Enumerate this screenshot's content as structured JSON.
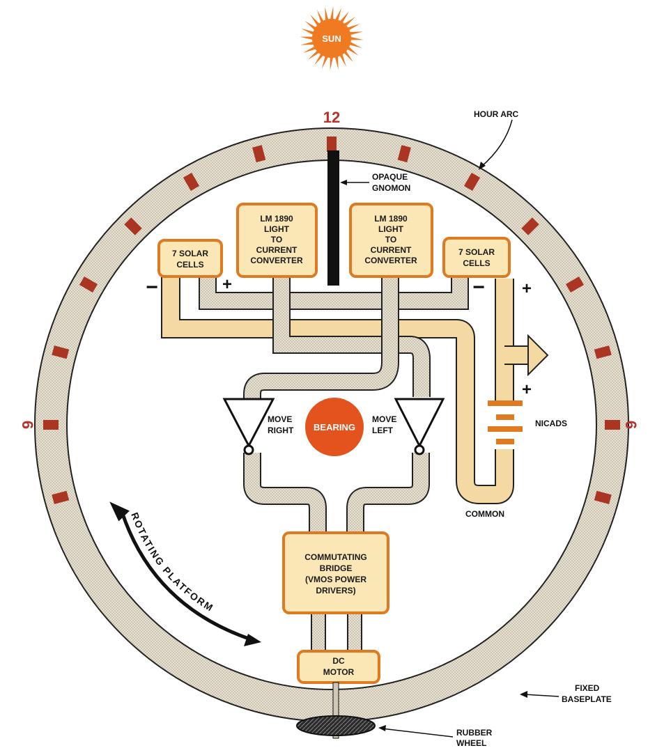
{
  "colors": {
    "ring": "#d9d2c0",
    "box_fill": "#fbe6b5",
    "box_stroke": "#e07a20",
    "hour_mark": "#a93522",
    "sun": "#ef7a22",
    "bearing": "#e2531d",
    "pipe_power": "#f4d9a2",
    "pipe_signal": "#d8cdb7"
  },
  "icons": [
    "sun-icon",
    "amplifier-icon",
    "battery-icon",
    "arrow-icon"
  ],
  "sun": {
    "label": "SUN"
  },
  "dial": {
    "label_12": "12",
    "label_6_left": "6",
    "label_6_right": "6"
  },
  "boxes": {
    "solar_left": [
      "7 SOLAR",
      "CELLS"
    ],
    "converter_left": [
      "LM 1890",
      "LIGHT",
      "TO",
      "CURRENT",
      "CONVERTER"
    ],
    "converter_right": [
      "LM 1890",
      "LIGHT",
      "TO",
      "CURRENT",
      "CONVERTER"
    ],
    "solar_right": [
      "7 SOLAR",
      "CELLS"
    ],
    "bridge": [
      "COMMUTATING",
      "BRIDGE",
      "(VMOS POWER",
      "DRIVERS)"
    ],
    "motor": [
      "DC",
      "MOTOR"
    ]
  },
  "labels": {
    "hour_arc": "HOUR ARC",
    "gnomon": [
      "OPAQUE",
      "GNOMON"
    ],
    "move_right": [
      "MOVE",
      "RIGHT"
    ],
    "move_left": [
      "MOVE",
      "LEFT"
    ],
    "bearing": "BEARING",
    "nicads": "NICADS",
    "common": "COMMON",
    "rotating_platform": "ROTATING PLATFORM",
    "fixed_baseplate": [
      "FIXED",
      "BASEPLATE"
    ],
    "rubber_wheel": [
      "RUBBER",
      "WHEEL"
    ],
    "plus": "+",
    "minus": "−"
  }
}
